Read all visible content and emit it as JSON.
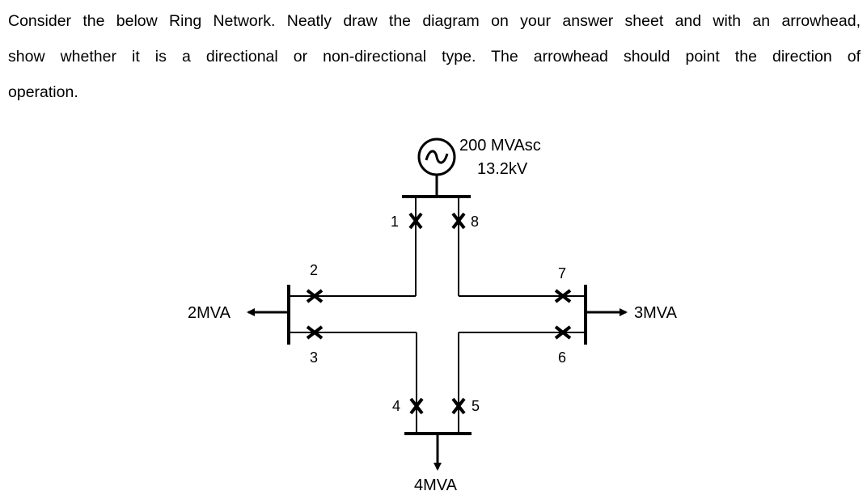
{
  "question": {
    "line1": "Consider the below Ring Network. Neatly draw the diagram on your answer sheet and with an arrowhead,",
    "line2": "show whether it is a directional or non-directional type. The arrowhead should point the direction of",
    "line3": "operation."
  },
  "diagram": {
    "source": {
      "rating": "200 MVAsc",
      "voltage": "13.2kV",
      "icon": "ac-generator-icon"
    },
    "breakers": [
      "1",
      "2",
      "3",
      "4",
      "5",
      "6",
      "7",
      "8"
    ],
    "loads": {
      "left": "2MVA",
      "right": "3MVA",
      "bottom": "4MVA"
    }
  }
}
